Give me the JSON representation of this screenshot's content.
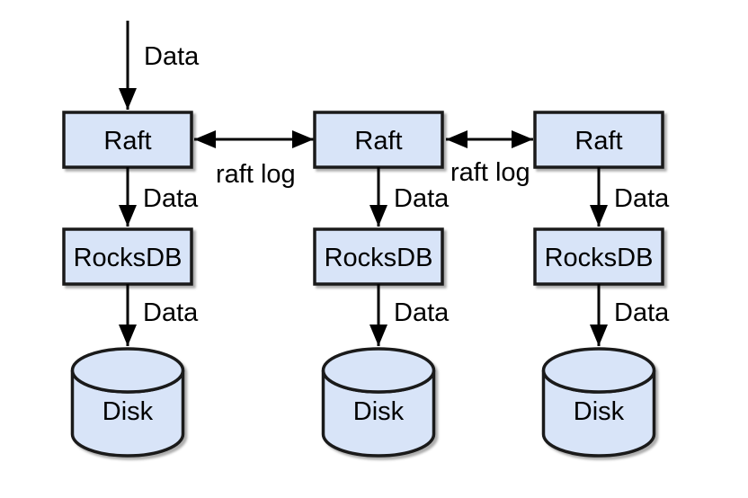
{
  "diagram": {
    "background_color": "#ffffff",
    "node_fill_color": "#d8e4f8",
    "node_border_color": "#1a1a1a",
    "arrow_color": "#000000",
    "text_color": "#000000",
    "top_input_arrow_label": "Data",
    "raft_links": [
      {
        "label": "raft log"
      },
      {
        "label": "raft log"
      }
    ],
    "columns": [
      {
        "raft_label": "Raft",
        "raft_to_rocksdb_label": "Data",
        "rocksdb_label": "RocksDB",
        "rocksdb_to_disk_label": "Data",
        "disk_label": "Disk"
      },
      {
        "raft_label": "Raft",
        "raft_to_rocksdb_label": "Data",
        "rocksdb_label": "RocksDB",
        "rocksdb_to_disk_label": "Data",
        "disk_label": "Disk"
      },
      {
        "raft_label": "Raft",
        "raft_to_rocksdb_label": "Data",
        "rocksdb_label": "RocksDB",
        "rocksdb_to_disk_label": "Data",
        "disk_label": "Disk"
      }
    ]
  }
}
